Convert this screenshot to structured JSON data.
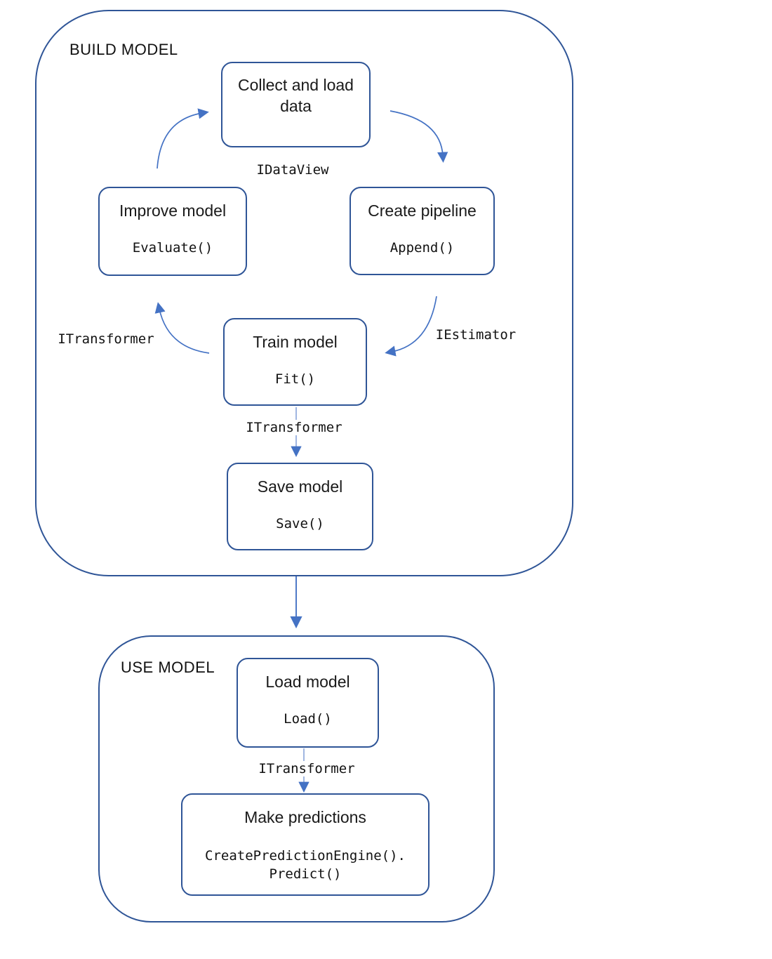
{
  "colors": {
    "box_border": "#2F5597",
    "arrow": "#4472C4",
    "arrow_light_shaft": "#8FAADC",
    "text": "#1A1A1A",
    "background": "#FFFFFF"
  },
  "build_model": {
    "label": "BUILD MODEL",
    "nodes": {
      "collect": {
        "title": "Collect and load data"
      },
      "pipeline": {
        "title": "Create pipeline",
        "code": "Append()"
      },
      "train": {
        "title": "Train model",
        "code": "Fit()"
      },
      "improve": {
        "title": "Improve model",
        "code": "Evaluate()"
      },
      "save": {
        "title": "Save model",
        "code": "Save()"
      }
    },
    "edge_labels": {
      "idataview": "IDataView",
      "iestimator": "IEstimator",
      "itransformer_feedback": "ITransformer",
      "itransformer_to_save": "ITransformer"
    }
  },
  "use_model": {
    "label": "USE MODEL",
    "nodes": {
      "load": {
        "title": "Load model",
        "code": "Load()"
      },
      "predict": {
        "title": "Make predictions",
        "code": "CreatePredictionEngine().\nPredict()"
      }
    },
    "edge_labels": {
      "itransformer": "ITransformer"
    }
  }
}
